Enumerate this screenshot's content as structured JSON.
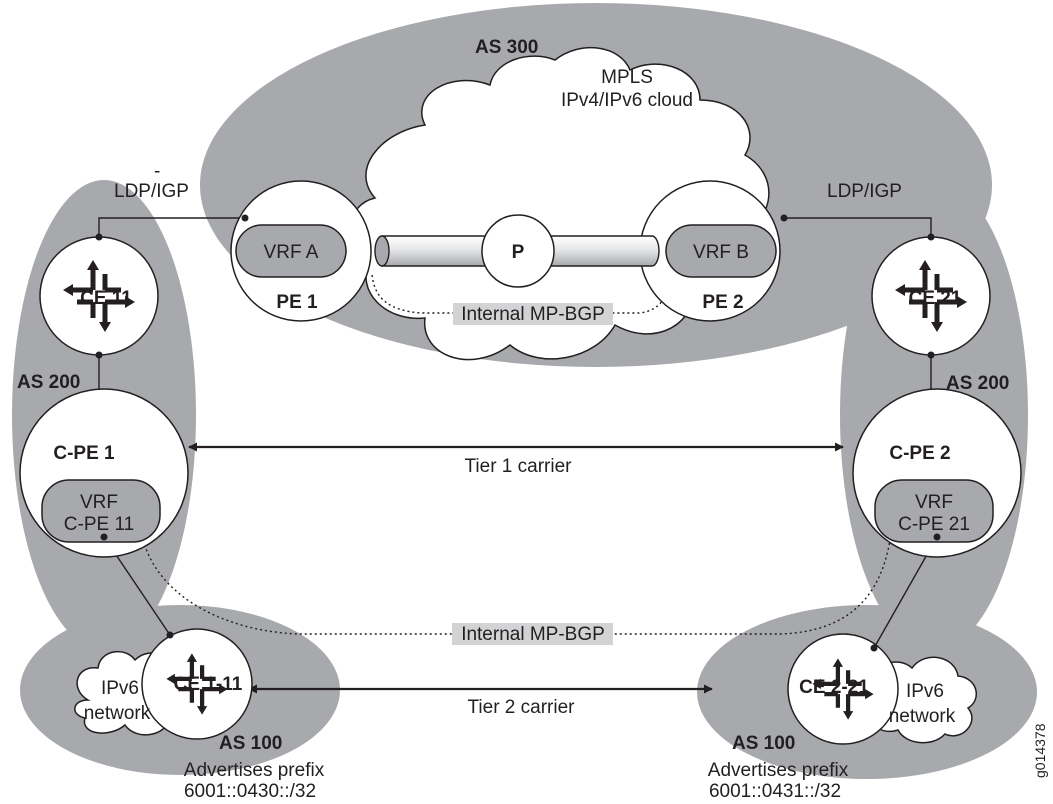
{
  "as": {
    "core": "AS 300",
    "left_customer": "AS 200",
    "right_customer": "AS 200",
    "left_site": "AS 100",
    "right_site": "AS 100"
  },
  "core_cloud": {
    "line1": "MPLS",
    "line2": "IPv4/IPv6 cloud"
  },
  "protocols": {
    "left_ldp_dash": "-",
    "left_ldp": "LDP/IGP",
    "right_ldp": "LDP/IGP",
    "internal_bgp_core": "Internal MP-BGP",
    "internal_bgp_customer": "Internal MP-BGP",
    "tier1": "Tier 1 carrier",
    "tier2": "Tier 2 carrier"
  },
  "routers": {
    "pe1": "PE 1",
    "pe2": "PE 2",
    "p": "P",
    "ce11": "CE 11",
    "ce21": "CE 21",
    "cpe1": "C-PE 1",
    "cpe2": "C-PE 2",
    "ce1_11": "CE 1-11",
    "ce2_21": "CE 2-21"
  },
  "vrfs": {
    "vrf_a": "VRF A",
    "vrf_b": "VRF B",
    "vrf_cpe11_line1": "VRF",
    "vrf_cpe11_line2": "C-PE 11",
    "vrf_cpe21_line1": "VRF",
    "vrf_cpe21_line2": "C-PE 21"
  },
  "networks": {
    "left_line1": "IPv6",
    "left_line2": "network",
    "right_line1": "IPv6",
    "right_line2": "network"
  },
  "prefixes": {
    "left_line1": "Advertises prefix",
    "left_line2": "6001::0430::/32",
    "right_line1": "Advertises prefix",
    "right_line2": "6001::0431::/32"
  },
  "figure_id": "g014378",
  "colors": {
    "as_fill": "#a7a9ac",
    "ink": "#231f20",
    "label_bg": "#d1d3d4"
  }
}
